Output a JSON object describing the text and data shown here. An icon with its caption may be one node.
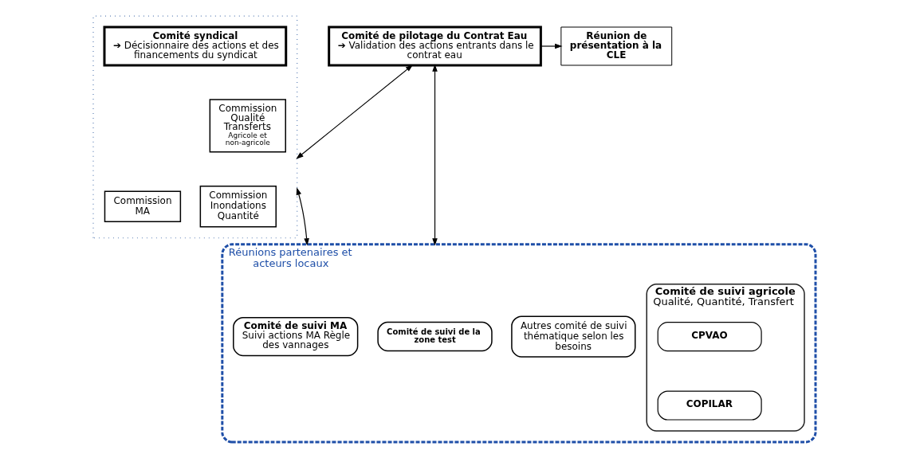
{
  "diagram": {
    "nodes": [
      {
        "text": [],
        "shape": "box"
      },
      {
        "text": [
          "Comité syndical",
          "➔ Décisionnaire des actions et des financements du syndicat"
        ],
        "in": 0
      },
      {
        "text": [
          "Commission MA"
        ],
        "in": 0
      },
      {
        "text": [
          "Commission Qualité Transferts",
          "Agricole et non-agricole"
        ],
        "in": 0
      },
      {
        "text": [
          "Commission Inondations Quantité"
        ],
        "in": 0
      },
      {
        "text": [
          "Comité de pilotage du Contrat Eau",
          "➔ Validation des actions entrants dans le contrat eau"
        ]
      },
      {
        "text": [
          "Réunion de présentation à la CLE"
        ]
      },
      {
        "text": [
          "Réunions partenaires et acteurs locaux"
        ]
      },
      {
        "text": [
          "Comité de suivi MA",
          "Suivi actions MA Règle des vannages"
        ],
        "in": 7
      },
      {
        "text": [
          "Comité de suivi agricole",
          "Qualité, Quantité, Transfert"
        ],
        "in": 7
      },
      {
        "text": [
          "CPVAO"
        ],
        "in": 9
      },
      {
        "text": [
          "COPILAR"
        ],
        "in": 9
      },
      {
        "text": [
          "Comité de suivi de la zone test"
        ],
        "in": 7
      },
      {
        "text": [
          "Autres comité de suivi thématique selon les besoins"
        ],
        "in": 7
      }
    ],
    "edges": [
      {
        "from": 0,
        "to": 5,
        "arrow": "both"
      },
      {
        "from": 5,
        "to": 6,
        "arrow": "to"
      },
      {
        "from": 5,
        "to": 7,
        "arrow": "both"
      },
      {
        "from": 0,
        "to": 7,
        "arrow": "both"
      }
    ]
  }
}
